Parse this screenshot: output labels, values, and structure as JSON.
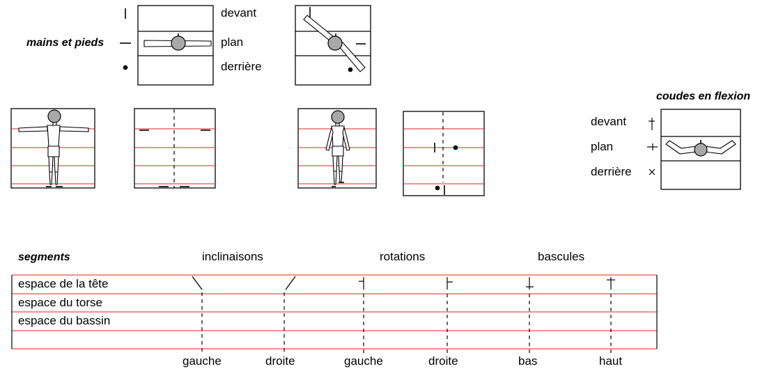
{
  "hands_feet": {
    "title": "mains et pieds",
    "rows": [
      "devant",
      "plan",
      "derrière"
    ]
  },
  "elbows": {
    "title": "coudes en flexion",
    "rows": [
      "devant",
      "plan",
      "derrière"
    ]
  },
  "segments": {
    "title": "segments",
    "groups": [
      "inclinaisons",
      "rotations",
      "bascules"
    ],
    "rows": [
      "espace de la tête",
      "espace du torse",
      "espace du bassin"
    ],
    "directions": [
      "gauche",
      "droite",
      "gauche",
      "droite",
      "bas",
      "haut"
    ]
  }
}
